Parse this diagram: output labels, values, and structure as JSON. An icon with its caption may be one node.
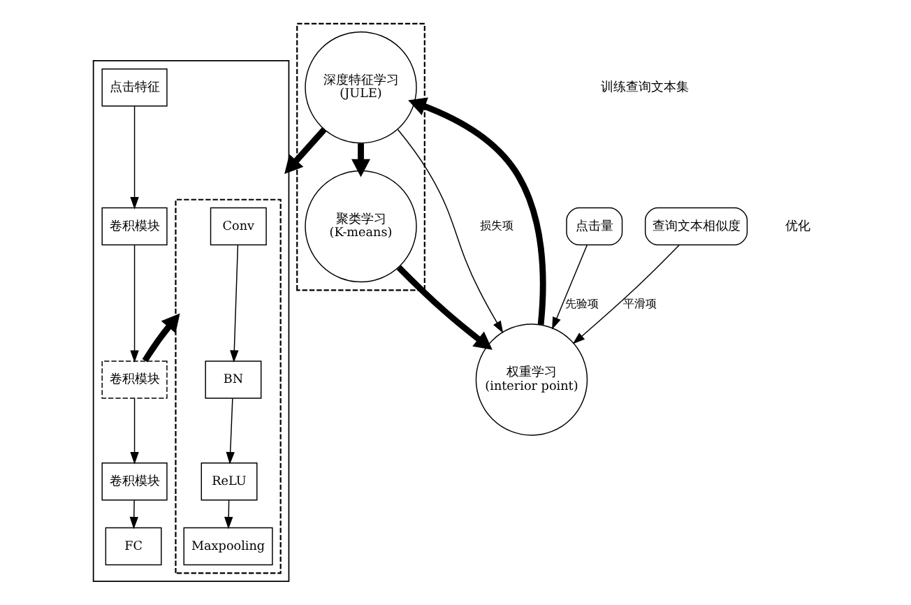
{
  "diagram": {
    "nodes": [
      {
        "text": [],
        "shape": "box"
      },
      {
        "text": [],
        "shape": "box",
        "in": 0
      },
      {
        "text": [
          "Conv"
        ],
        "in": 1
      },
      {
        "text": [
          "BN"
        ],
        "in": 1
      },
      {
        "text": [
          "ReLU"
        ],
        "in": 1
      },
      {
        "text": [
          "Maxpooling"
        ],
        "in": 1
      },
      {
        "text": [
          "点击特征"
        ],
        "in": 0
      },
      {
        "text": [
          "卷积模块"
        ],
        "in": 0
      },
      {
        "text": [
          "卷积模块"
        ],
        "in": 0
      },
      {
        "text": [
          "卷积模块"
        ],
        "in": 0
      },
      {
        "text": [
          "FC"
        ],
        "in": 0
      },
      {
        "text": [],
        "shape": "box"
      },
      {
        "text": [
          "深度特征学习",
          "(JULE)"
        ],
        "in": 11
      },
      {
        "text": [
          "聚类学习",
          "(K-means)"
        ],
        "in": 11
      },
      {
        "text": [
          "权重学习",
          "(interior point)"
        ]
      },
      {
        "text": [
          "点击量"
        ]
      },
      {
        "text": [
          "查询文本相似度"
        ]
      }
    ],
    "edges": [
      {
        "from": 2,
        "to": 3,
        "arrow": "to"
      },
      {
        "from": 3,
        "to": 4,
        "arrow": "to"
      },
      {
        "from": 4,
        "to": 5,
        "arrow": "to"
      },
      {
        "from": 6,
        "to": 7,
        "arrow": "to"
      },
      {
        "from": 7,
        "to": 8,
        "arrow": "to"
      },
      {
        "from": 8,
        "to": 9,
        "arrow": "to"
      },
      {
        "from": 9,
        "to": 10,
        "arrow": "to"
      },
      {
        "from": 8,
        "to": 1,
        "arrow": "to",
        "style": "thick"
      },
      {
        "from": 12,
        "to": 0,
        "arrow": "to",
        "style": "thick"
      },
      {
        "from": 12,
        "to": 14,
        "label": "损失项",
        "arrow": "to"
      },
      {
        "from": 12,
        "to": 13,
        "arrow": "to",
        "style": "thick"
      },
      {
        "from": 13,
        "to": 14,
        "arrow": "to",
        "style": "thick"
      },
      {
        "from": 14,
        "to": 12,
        "arrow": "to",
        "style": "thick"
      },
      {
        "from": 15,
        "to": 14,
        "label": "先验项",
        "arrow": "to"
      },
      {
        "from": 16,
        "to": 14,
        "label": "平滑项",
        "arrow": "to"
      }
    ],
    "labels": [
      "训练查询文本集",
      "优化"
    ]
  }
}
